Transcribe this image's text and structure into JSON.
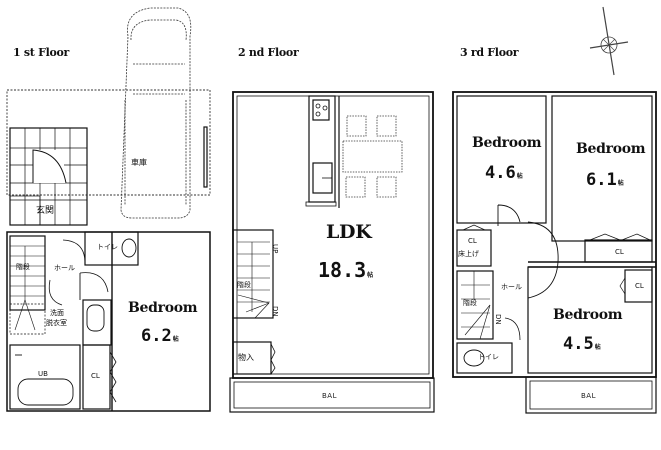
{
  "floors": [
    {
      "label": "1 st Floor",
      "rooms": {
        "garage": "車庫",
        "entrance": "玄関",
        "stairs": "階段",
        "hall": "ホール",
        "toilet": "トイレ",
        "washroom_line1": "洗面",
        "washroom_line2": "脱衣室",
        "bath": "UB",
        "closet": "CL",
        "bedroom": {
          "name": "Bedroom",
          "size": "6.2",
          "unit": "帖"
        }
      }
    },
    {
      "label": "2 nd Floor",
      "rooms": {
        "ldk": {
          "name": "LDK",
          "size": "18.3",
          "unit": "帖"
        },
        "stairs": "階段",
        "up": "UP",
        "down": "DN",
        "storage": "物入",
        "balcony": "BAL"
      }
    },
    {
      "label": "3 rd Floor",
      "rooms": {
        "bedroom_a": {
          "name": "Bedroom",
          "size": "4.6",
          "unit": "帖"
        },
        "bedroom_b": {
          "name": "Bedroom",
          "size": "6.1",
          "unit": "帖"
        },
        "bedroom_c": {
          "name": "Bedroom",
          "size": "4.5",
          "unit": "帖"
        },
        "closet_raised": "CL",
        "raised_floor": "床上げ",
        "closet_b": "CL",
        "closet_c": "CL",
        "stairs": "階段",
        "hall": "ホール",
        "down": "DN",
        "toilet": "トイレ",
        "balcony": "BAL"
      }
    }
  ],
  "compass": {
    "icon": "compass-rose-icon"
  },
  "colors": {
    "line": "#111111",
    "background": "#ffffff",
    "dashed": "#333333"
  }
}
